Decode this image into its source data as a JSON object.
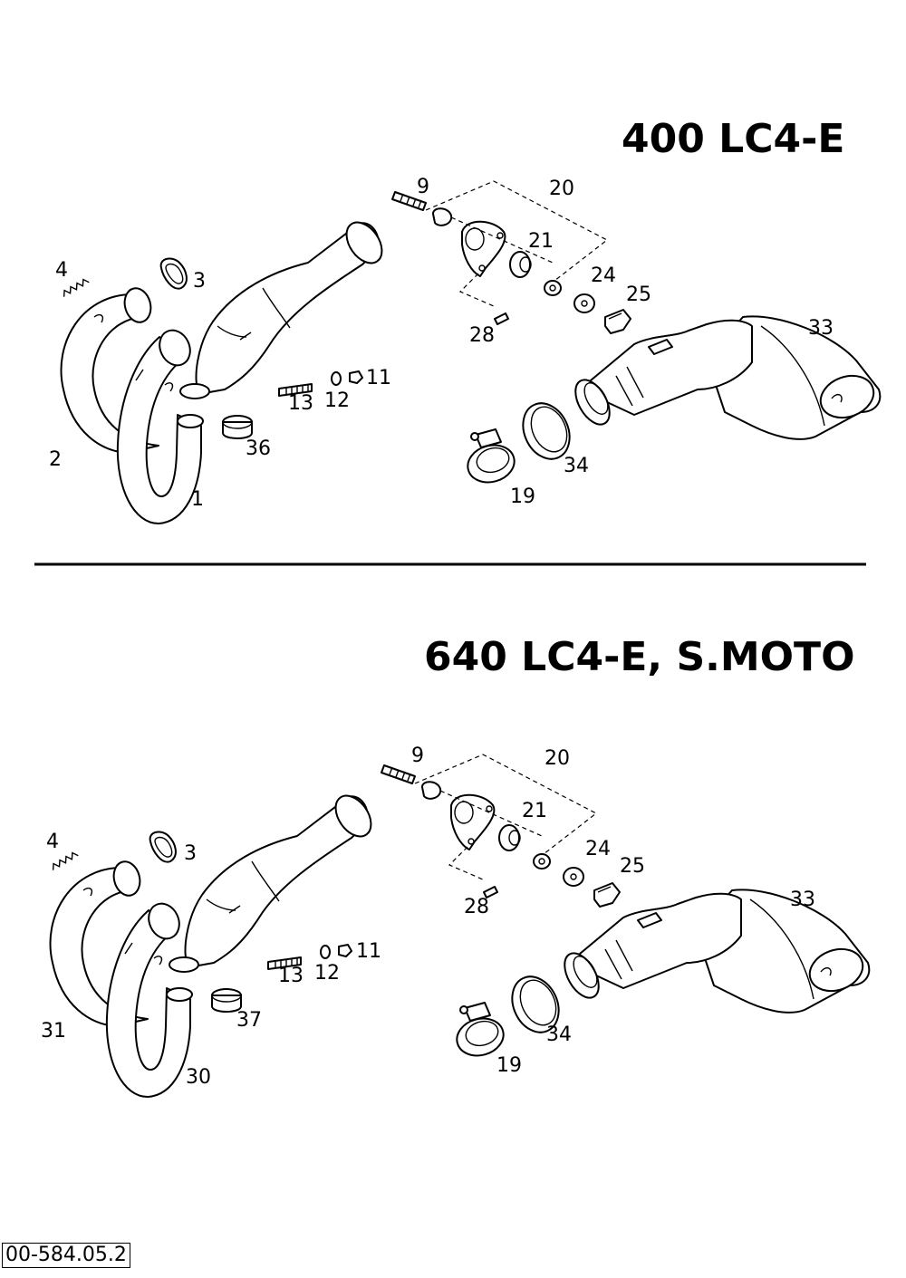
{
  "diagram": {
    "top": {
      "title": "400 LC4-E",
      "labels": {
        "n4": "4",
        "n3": "3",
        "n2": "2",
        "n1": "1",
        "n36": "36",
        "n13": "13",
        "n12": "12",
        "n11": "11",
        "n9": "9",
        "n20": "20",
        "n21": "21",
        "n24": "24",
        "n25": "25",
        "n28": "28",
        "n33": "33",
        "n34": "34",
        "n19": "19"
      }
    },
    "bottom": {
      "title": "640 LC4-E, S.MOTO",
      "labels": {
        "n4": "4",
        "n3": "3",
        "n31": "31",
        "n30": "30",
        "n37": "37",
        "n13": "13",
        "n12": "12",
        "n11": "11",
        "n9": "9",
        "n20": "20",
        "n21": "21",
        "n24": "24",
        "n25": "25",
        "n28": "28",
        "n33": "33",
        "n34": "34",
        "n19": "19"
      }
    },
    "drawing_code": "00-584.05.2"
  }
}
